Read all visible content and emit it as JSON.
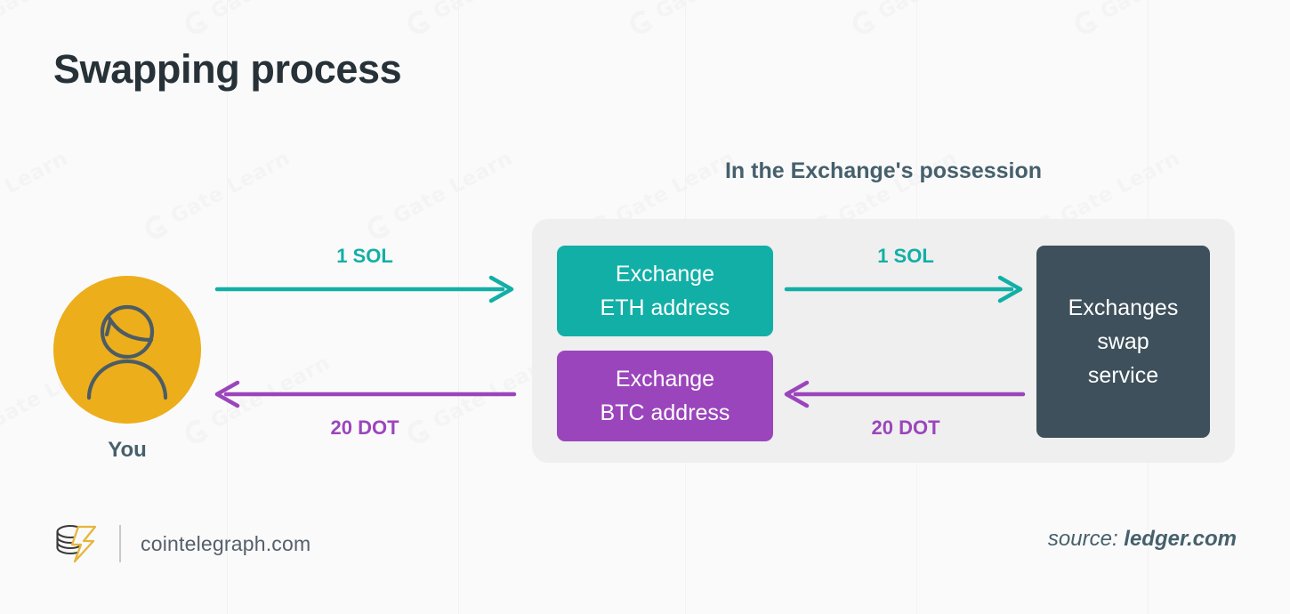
{
  "page": {
    "title": "Swapping process",
    "background_color": "#FAFAFA",
    "watermark_text": "Gate Learn"
  },
  "exchange_panel": {
    "heading": "In the Exchange's possession",
    "background_color": "#EFEFEF",
    "boxes": [
      {
        "name": "exchange-eth-address",
        "line1": "Exchange",
        "line2": "ETH address",
        "color": "#12AFA6"
      },
      {
        "name": "exchange-btc-address",
        "line1": "Exchange",
        "line2": "BTC address",
        "color": "#9B45BC"
      }
    ],
    "swap_service": {
      "line1": "Exchanges",
      "line2": "swap",
      "line3": "service",
      "color": "#3E505B"
    }
  },
  "user": {
    "label": "You",
    "avatar_color": "#EDAE1B",
    "icon": "person-icon"
  },
  "flows": {
    "sol_left": {
      "label": "1 SOL",
      "color": "#12AFA6",
      "direction": "right"
    },
    "dot_left": {
      "label": "20 DOT",
      "color": "#9B45BC",
      "direction": "left"
    },
    "sol_right": {
      "label": "1 SOL",
      "color": "#12AFA6",
      "direction": "right"
    },
    "dot_right": {
      "label": "20 DOT",
      "color": "#9B45BC",
      "direction": "left"
    }
  },
  "footer": {
    "brand_name": "cointelegraph.com",
    "logo_icon": "cointelegraph-coins-bolt-logo",
    "source_prefix": "source: ",
    "source_name": "ledger.com"
  }
}
